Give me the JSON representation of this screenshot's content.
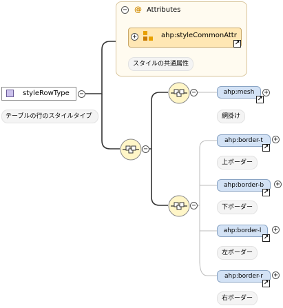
{
  "attributes": {
    "title": "Attributes",
    "attribute_group": {
      "name": "ahp:styleCommonAttr",
      "doc": "スタイルの共通属性"
    }
  },
  "root": {
    "name": "styleRowType",
    "doc": "テーブルの行のスタイルタイプ"
  },
  "elements": [
    {
      "name": "ahp:mesh",
      "doc": "網掛け"
    },
    {
      "name": "ahp:border-t",
      "doc": "上ボーダー"
    },
    {
      "name": "ahp:border-b",
      "doc": "下ボーダー"
    },
    {
      "name": "ahp:border-l",
      "doc": "左ボーダー"
    },
    {
      "name": "ahp:border-r",
      "doc": "右ボーダー"
    }
  ],
  "icons": {
    "collapse": "minus-icon",
    "expand": "plus-icon",
    "reference": "arrow-link-icon",
    "attribute_marker": "at-icon",
    "attribute_group": "grid-icon",
    "sequence": "sequence-icon",
    "complex_type": "square-icon"
  },
  "colors": {
    "attribute_panel_bg": "#fffbf0",
    "attribute_item_bg": "#ffe7b4",
    "element_bg": "#d3e2f5",
    "sequence_bg": "#fff6c8",
    "complex_type_square": "#cbc1ec"
  }
}
